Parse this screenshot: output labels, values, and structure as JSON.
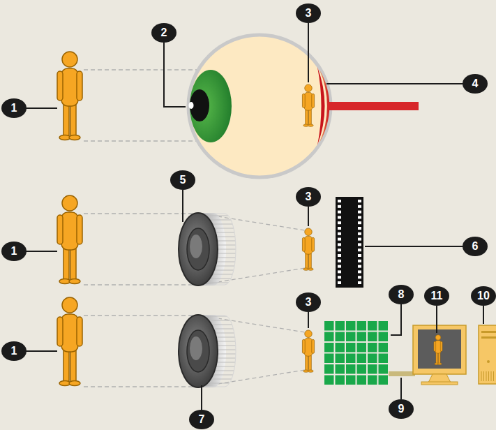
{
  "diagram": {
    "labels": [
      "2",
      "3",
      "4",
      "1",
      "5",
      "3",
      "6",
      "1",
      "3",
      "8",
      "11",
      "10",
      "1",
      "9",
      "7"
    ]
  }
}
